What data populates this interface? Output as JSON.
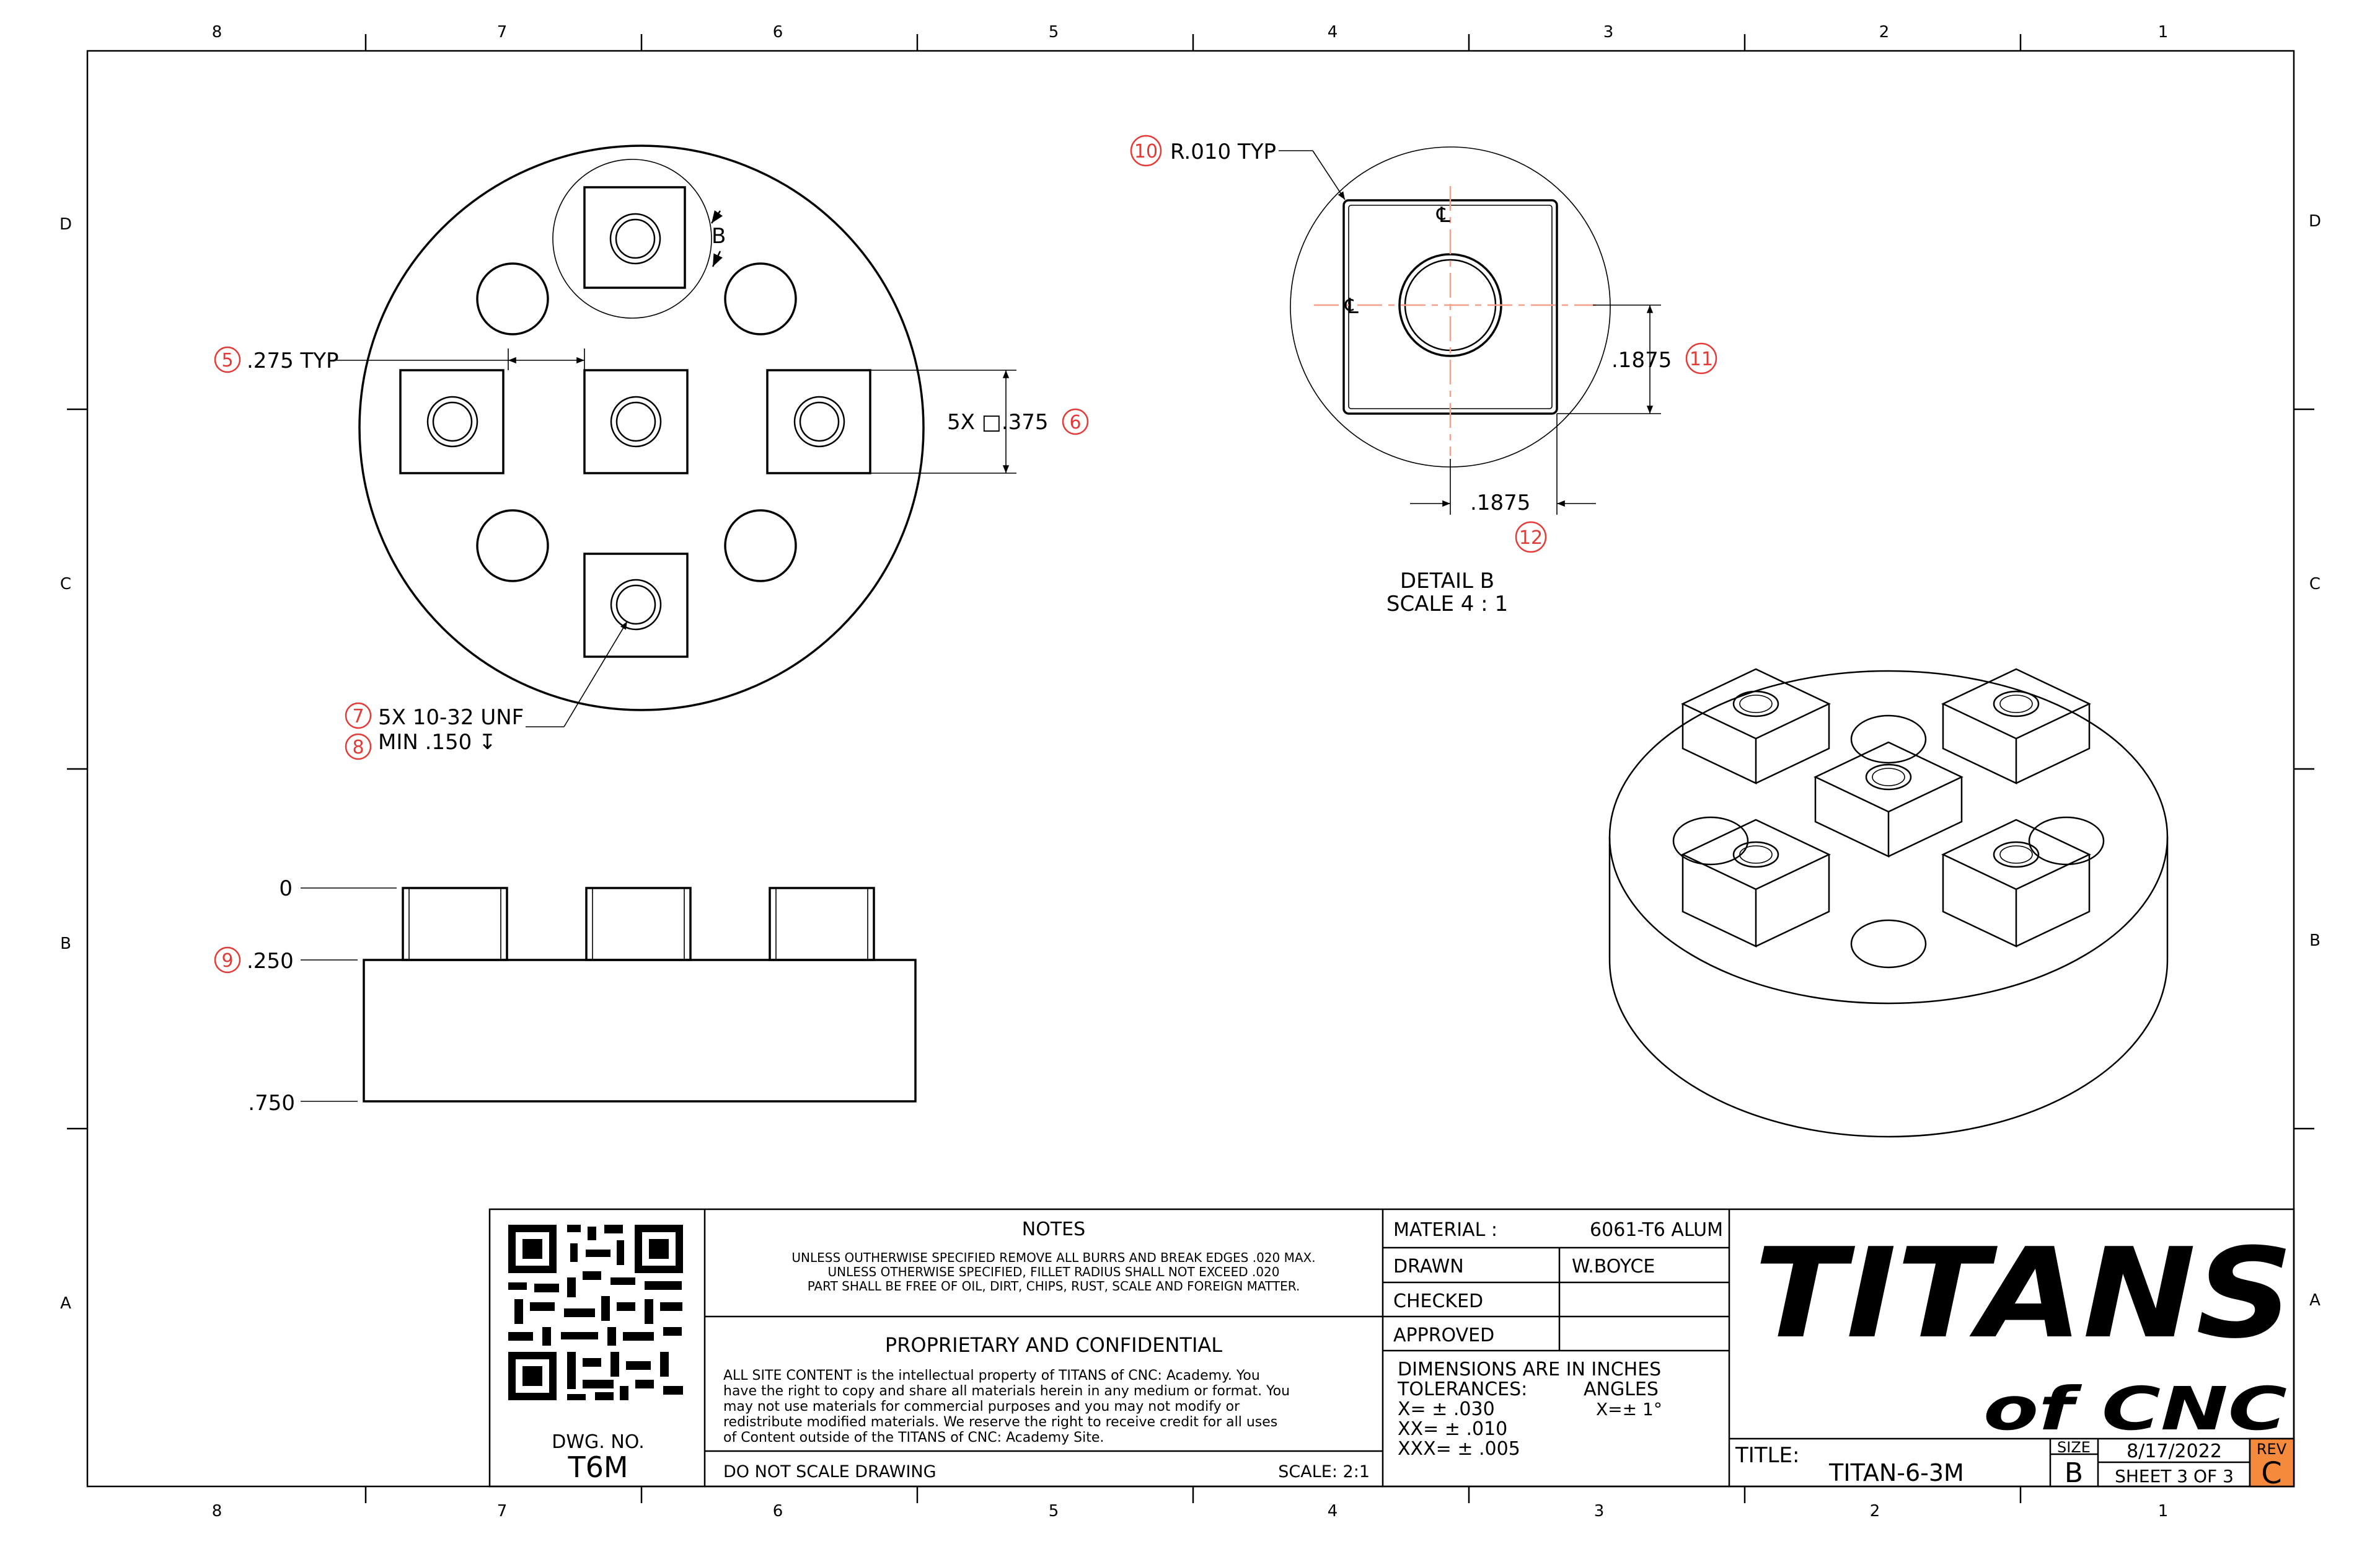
{
  "zones": {
    "columns": [
      "8",
      "7",
      "6",
      "5",
      "4",
      "3",
      "2",
      "1"
    ],
    "rows": [
      "D",
      "C",
      "B",
      "A"
    ]
  },
  "callouts": {
    "c5": {
      "num": "5",
      "text": ".275 TYP"
    },
    "c6": {
      "num": "6",
      "text": "5X  □.375"
    },
    "c7": {
      "num": "7",
      "text": "5X 10-32 UNF"
    },
    "c8": {
      "num": "8",
      "text": "MIN .150 ↧"
    },
    "c9": {
      "num": "9",
      "text": ".250"
    },
    "c10": {
      "num": "10",
      "text": "R.010 TYP"
    },
    "c11": {
      "num": "11",
      "text": ".1875"
    },
    "c12": {
      "num": "12",
      "text": ".1875"
    }
  },
  "detail_label": {
    "b_marker": "B",
    "centerline": "℄",
    "title": "DETAIL B",
    "scale": "SCALE 4 : 1"
  },
  "side_view": {
    "top": "0",
    "bottom": ".750"
  },
  "title_block": {
    "dwg_no_label": "DWG.  NO.",
    "dwg_no": "T6M",
    "notes_title": "NOTES",
    "notes_lines": [
      "UNLESS OUTHERWISE SPECIFIED REMOVE ALL BURRS AND BREAK EDGES .020 MAX.",
      "UNLESS OTHERWISE SPECIFIED, FILLET RADIUS SHALL NOT EXCEED .020",
      "PART SHALL BE FREE OF OIL, DIRT, CHIPS, RUST, SCALE AND FOREIGN MATTER."
    ],
    "proprietary_title": "PROPRIETARY AND CONFIDENTIAL",
    "proprietary_lines": [
      "ALL SITE CONTENT is the intellectual property of TITANS of CNC: Academy. You",
      "have the right to copy and share all materials herein in any medium or format. You",
      "may not use materials for commercial purposes and you may not modify or",
      "redistribute modified materials. We reserve the right to receive credit for all uses",
      "of Content outside of the TITANS of CNC: Academy Site."
    ],
    "do_not_scale": "DO NOT SCALE DRAWING",
    "scale": "SCALE: 2:1",
    "material_label": "MATERIAL :",
    "material": "6061-T6 ALUM",
    "drawn_label": "DRAWN",
    "drawn": "W.BOYCE",
    "checked_label": "CHECKED",
    "approved_label": "APPROVED",
    "dims_line": "DIMENSIONS ARE IN INCHES",
    "tolerances_label": "TOLERANCES:",
    "angles_label": "ANGLES",
    "tol_x": "X= ± .030",
    "tol_xx": "XX= ± .010",
    "tol_xxx": "XXX= ± .005",
    "tol_angle": "X=± 1°",
    "logo_main": "TITANS",
    "logo_sub": "of CNC",
    "title_label": "TITLE:",
    "title": "TITAN-6-3M",
    "size_label": "SIZE",
    "size": "B",
    "date": "8/17/2022",
    "sheet": "SHEET 3 OF 3",
    "rev_label": "REV",
    "rev": "C",
    "rev_color": "#f58a3c"
  }
}
